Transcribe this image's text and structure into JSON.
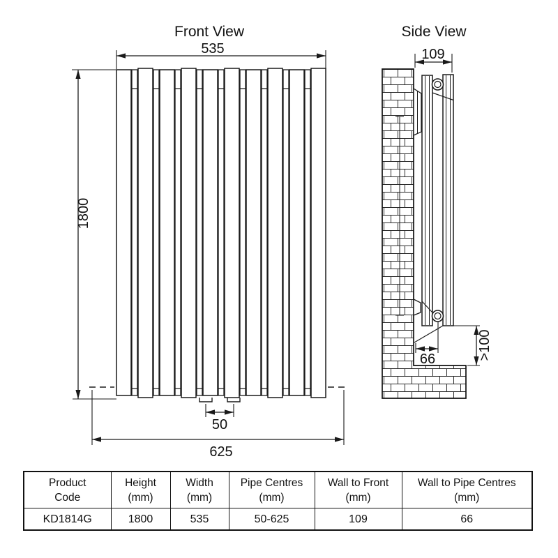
{
  "front_view": {
    "title": "Front View",
    "width_dim": "535",
    "height_dim": "1800",
    "pipe_centres_dim": "50",
    "overall_pipe_span_dim": "625"
  },
  "side_view": {
    "title": "Side View",
    "depth_dim": "109",
    "wall_to_pipe_dim": "66",
    "floor_clearance_dim": ">100"
  },
  "table": {
    "columns": [
      {
        "title": "Product",
        "unit": "Code"
      },
      {
        "title": "Height",
        "unit": "(mm)"
      },
      {
        "title": "Width",
        "unit": "(mm)"
      },
      {
        "title": "Pipe Centres",
        "unit": "(mm)"
      },
      {
        "title": "Wall to Front",
        "unit": "(mm)"
      },
      {
        "title": "Wall to Pipe Centres",
        "unit": "(mm)"
      }
    ],
    "row": [
      "KD1814G",
      "1800",
      "535",
      "50-625",
      "109",
      "66"
    ]
  },
  "colors": {
    "line": "#1a1a1a",
    "background": "#ffffff"
  }
}
